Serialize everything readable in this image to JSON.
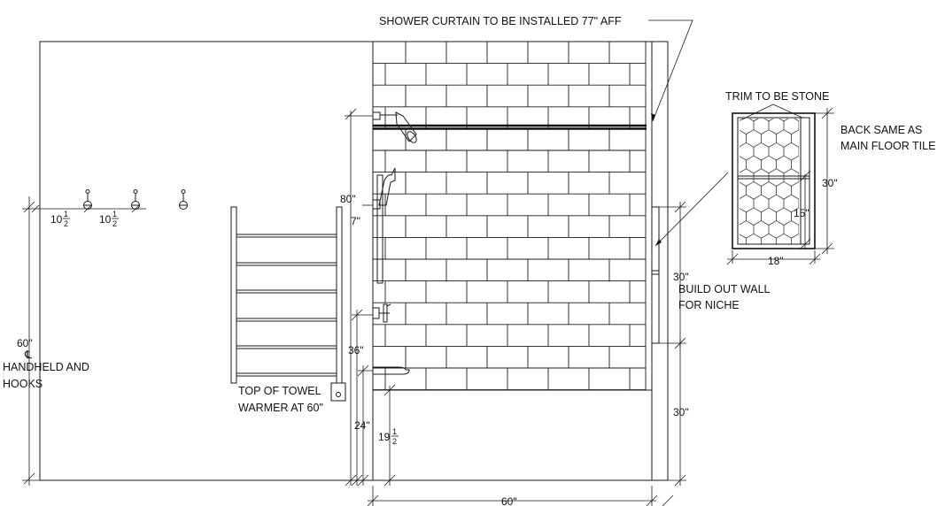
{
  "labels": {
    "shower_curtain": "SHOWER CURTAIN TO BE INSTALLED 77\" AFF",
    "trim_stone": "TRIM TO BE STONE",
    "back_same_1": "BACK SAME AS",
    "back_same_2": "MAIN FLOOR TILE",
    "build_out_1": "BUILD OUT WALL",
    "build_out_2": "FOR NICHE",
    "handheld_1": "HANDHELD AND",
    "handheld_2": "HOOKS",
    "towel_1": "TOP OF TOWEL",
    "towel_2": "WARMER AT 60\"",
    "centerline_symbol": "℄"
  },
  "dimensions": {
    "hook_spacing_whole": "10",
    "hook_spacing_num": "1",
    "hook_spacing_den": "2",
    "hooks_height": "60\"",
    "shower_head": "80\"",
    "handheld_offset": "7\"",
    "valve_height": "36\"",
    "tub_spout": "24\"",
    "tub_height_whole": "19",
    "tub_height_num": "1",
    "tub_height_den": "2",
    "niche_bottom": "30\"",
    "niche_height": "30\"",
    "shower_width": "60\"",
    "niche_detail_height": "30\"",
    "niche_shelf": "15\"",
    "niche_width": "18\""
  }
}
